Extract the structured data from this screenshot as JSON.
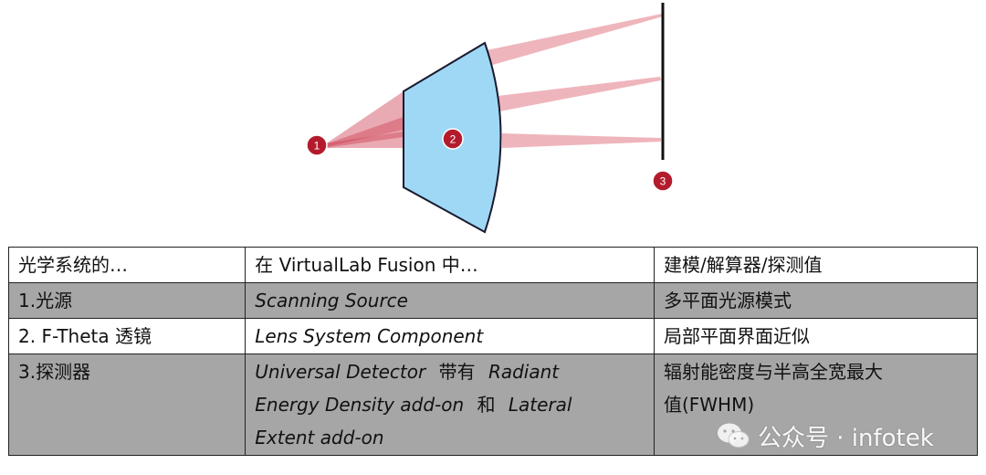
{
  "diagram": {
    "markers": [
      {
        "id": "1",
        "label": "1"
      },
      {
        "id": "2",
        "label": "2"
      },
      {
        "id": "3",
        "label": "3"
      }
    ],
    "colors": {
      "marker": "#b31b2c",
      "beam": "#e06b7a",
      "lens_fill": "#9fd8f5",
      "lens_stroke": "#1a1a2e",
      "detector": "#111111"
    }
  },
  "table": {
    "headers": [
      "光学系统的…",
      "在 VirtualLab Fusion 中…",
      "建模/解算器/探测值"
    ],
    "rows": [
      {
        "c1": "1.光源",
        "c2": "Scanning Source",
        "c3": "多平面光源模式"
      },
      {
        "c1": "2. F-Theta 透镜",
        "c2": "Lens System Component",
        "c3": "局部平面界面近似"
      },
      {
        "c1": "3.探测器",
        "c2_line1_a": "Universal Detector",
        "c2_line1_b": "带有",
        "c2_line1_c": "Radiant",
        "c2_line2_a": "Energy Density add-on",
        "c2_line2_b": "和",
        "c2_line2_c": "Lateral",
        "c2_line3": "Extent add-on",
        "c3_line1": "辐射能密度与半高全宽最大",
        "c3_line2": "值(FWHM)"
      }
    ]
  },
  "watermark": {
    "text": "公众号 · infotek",
    "icon": "wechat-icon"
  }
}
